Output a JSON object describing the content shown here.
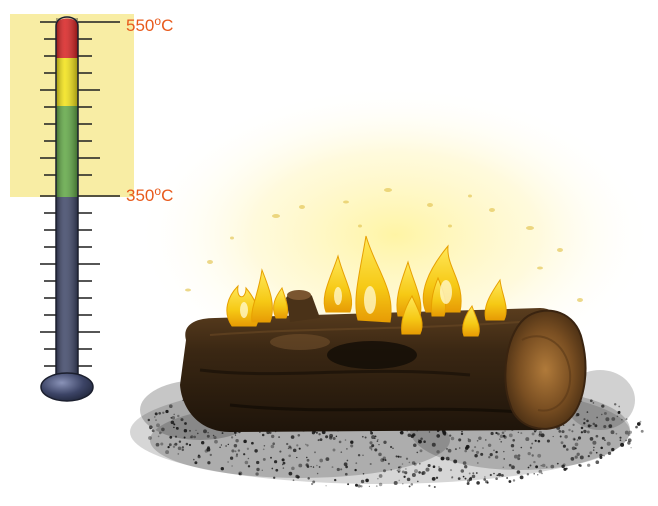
{
  "thermometer": {
    "high_label": {
      "value": "550",
      "degree": "o",
      "unit": " C"
    },
    "low_label": {
      "value": "350",
      "degree": "o",
      "unit": " C"
    },
    "colors": {
      "highlight_zone": "#f8eda4",
      "mercury_red": "#d81f1f",
      "mercury_yellow": "#f2e213",
      "mercury_green": "#5ea642",
      "tube_blue": "#3c4466",
      "label": "#e85a1c"
    }
  },
  "scene": {
    "colors": {
      "glow": "#fff6b0",
      "flame_outer": "#f5c712",
      "flame_inner": "#fff8c8",
      "log_dark": "#2b1c10",
      "log_mid": "#5a3d1e",
      "log_end": "#8a5a2a",
      "ash": "#1b1b1b"
    }
  }
}
